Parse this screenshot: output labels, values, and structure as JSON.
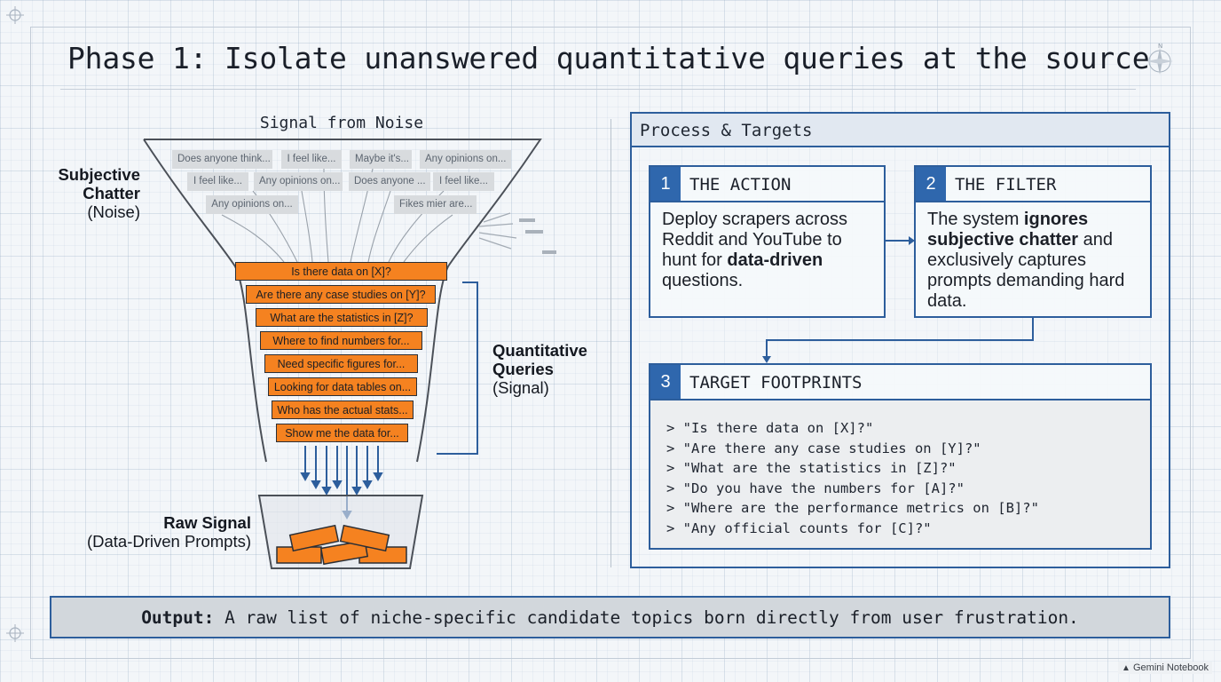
{
  "title": "Phase 1: Isolate unanswered quantitative queries at the source",
  "funnel": {
    "title": "Signal from Noise",
    "noise_chips": [
      "Does anyone think...",
      "I feel like...",
      "Maybe it's...",
      "Any opinions on...",
      "I feel like...",
      "Any opinions on...",
      "Does anyone ...",
      "I feel like...",
      "Any opinions on...",
      "Fikes mier are..."
    ],
    "query_chips": [
      "Is there data on [X]?",
      "Are there any case studies on [Y]?",
      "What are the statistics in [Z]?",
      "Where to find numbers for...",
      "Need specific figures for...",
      "Looking for data tables on...",
      "Who has the actual stats...",
      "Show me the data for..."
    ],
    "subjective_label": {
      "bold": [
        "Subjective",
        "Chatter"
      ],
      "normal": "(Noise)"
    },
    "quant_label": {
      "bold": [
        "Quantitative",
        "Queries"
      ],
      "normal": "(Signal)"
    },
    "raw_label": {
      "bold": "Raw Signal",
      "normal": "(Data-Driven Prompts)"
    }
  },
  "panel": {
    "heading": "Process & Targets",
    "card1": {
      "num": "1",
      "title": "THE ACTION",
      "body_pre": "Deploy scrapers across Reddit and YouTube to hunt for ",
      "body_bold": "data-driven",
      "body_post": " questions."
    },
    "card2": {
      "num": "2",
      "title": "THE FILTER",
      "body_pre": "The system ",
      "body_bold": "ignores subjective chatter",
      "body_post": " and exclusively captures prompts demanding hard data."
    },
    "card3": {
      "num": "3",
      "title": "TARGET FOOTPRINTS",
      "lines": [
        "> \"Is there data on [X]?\"",
        "> \"Are there any case studies on [Y]?\"",
        "> \"What are the statistics in [Z]?\"",
        "> \"Do you have the numbers for [A]?\"",
        "> \"Where are the performance metrics on [B]?\"",
        "> \"Any official counts for [C]?\""
      ]
    }
  },
  "output": {
    "label": "Output:",
    "text": " A raw list of niche-specific candidate topics born directly from user frustration."
  },
  "watermark": "Gemini Notebook",
  "colors": {
    "accent_blue": "#2d5e9c",
    "orange": "#f58220",
    "noise_gray": "#d8dbde"
  }
}
